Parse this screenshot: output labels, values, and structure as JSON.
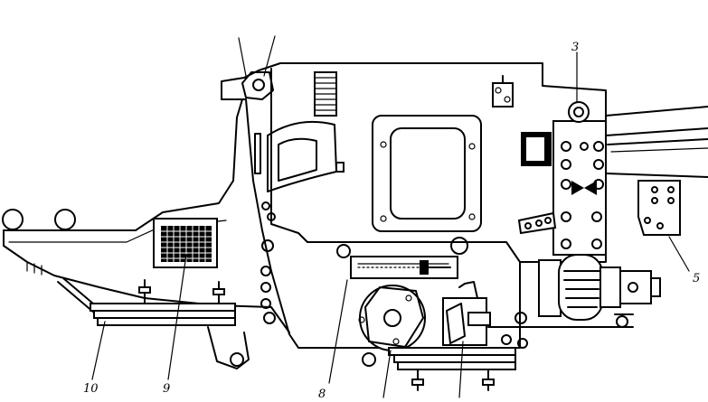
{
  "labels": {
    "l3": "3",
    "l5": "5",
    "l8": "8",
    "l9": "9",
    "l10": "10"
  },
  "colors": {
    "ink": "#000000",
    "paper": "#ffffff"
  }
}
